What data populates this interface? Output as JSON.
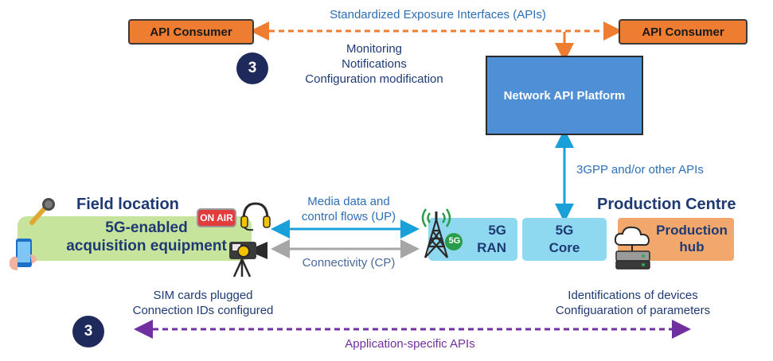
{
  "consumers": {
    "left_label": "API Consumer",
    "right_label": "API Consumer"
  },
  "top_arrow_label": "Standardized Exposure Interfaces (APIs)",
  "monitoring": [
    "Monitoring",
    "Notifications",
    "Configuration modification"
  ],
  "badge": "3",
  "platform_label": "Network API Platform",
  "apis_label": "3GPP and/or other APIs",
  "field": {
    "title": "Field location",
    "equipment_line1": "5G-enabled",
    "equipment_line2": "acquisition equipment",
    "on_air": "ON AIR"
  },
  "up_label_line1": "Media data and",
  "up_label_line2": "control flows (UP)",
  "cp_label": "Connectivity (CP)",
  "ran": {
    "line1": "5G",
    "line2": "RAN",
    "tower_badge": "5G"
  },
  "core": {
    "line1": "5G",
    "line2": "Core"
  },
  "production": {
    "title": "Production Centre",
    "hub_line1": "Production",
    "hub_line2": "hub"
  },
  "sim_notes": [
    "SIM cards plugged",
    "Connection IDs configured"
  ],
  "device_notes": [
    "Identifications of devices",
    "Configuaration of parameters"
  ],
  "bottom_arrow_label": "Application-specific APIs",
  "colors": {
    "orange": "#ee7d31",
    "platform_blue": "#4f8fd6",
    "cyan_arrow": "#1aa0d8",
    "gray_arrow": "#a6a6a6",
    "purple": "#7030a0",
    "navy": "#1f2a5c"
  },
  "icons": [
    "microphone-icon",
    "smartphone-icon",
    "on-air-sign-icon",
    "headset-icon",
    "video-camera-icon",
    "cell-tower-icon",
    "cloud-server-icon"
  ]
}
